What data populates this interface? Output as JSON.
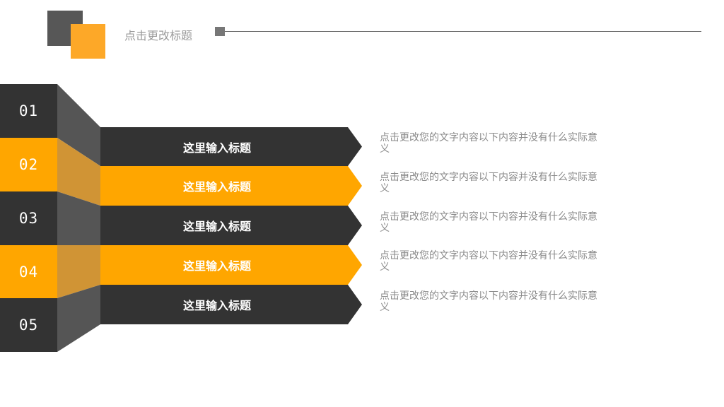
{
  "page": {
    "title": "点击更改标题"
  },
  "colors": {
    "dark": "#333333",
    "orange": "#ffa600",
    "logo_dark": "#575757",
    "logo_orange": "#fda828",
    "connector_dark": "#555555",
    "connector_orange": "#d09435"
  },
  "steps": [
    {
      "number": "01",
      "label": "这里输入标题",
      "description": "点击更改您的文字内容以下内容并没有什么实际意义"
    },
    {
      "number": "02",
      "label": "这里输入标题",
      "description": "点击更改您的文字内容以下内容并没有什么实际意义"
    },
    {
      "number": "03",
      "label": "这里输入标题",
      "description": "点击更改您的文字内容以下内容并没有什么实际意义"
    },
    {
      "number": "04",
      "label": "这里输入标题",
      "description": "点击更改您的文字内容以下内容并没有什么实际意义"
    },
    {
      "number": "05",
      "label": "这里输入标题",
      "description": "点击更改您的文字内容以下内容并没有什么实际意义"
    }
  ]
}
